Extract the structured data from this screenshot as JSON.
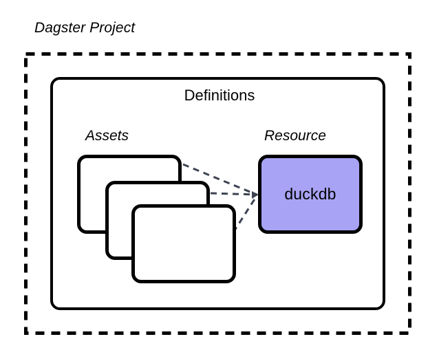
{
  "diagram": {
    "type": "block-diagram",
    "background_color": "#ffffff",
    "title": "Dagster Project",
    "outer_container": {
      "label": "Dagster Project",
      "border_style": "dashed",
      "border_color": "#000000"
    },
    "definitions_container": {
      "label": "Definitions",
      "border_style": "solid",
      "border_color": "#000000"
    },
    "groups": [
      {
        "name": "assets-group",
        "label": "Assets",
        "style": "italic"
      },
      {
        "name": "resource-group",
        "label": "Resource",
        "style": "italic"
      }
    ],
    "asset_cards": [
      {
        "label": "",
        "fill": "#ffffff"
      },
      {
        "label": "",
        "fill": "#ffffff"
      },
      {
        "label": "",
        "fill": "#ffffff"
      }
    ],
    "resource": {
      "label": "duckdb",
      "fill_color": "#a8a3f5",
      "border_color": "#000000"
    },
    "connectors": {
      "style": "dashed",
      "color": "#3d4352",
      "count": 3,
      "description": "each asset connects to the duckdb resource"
    }
  }
}
